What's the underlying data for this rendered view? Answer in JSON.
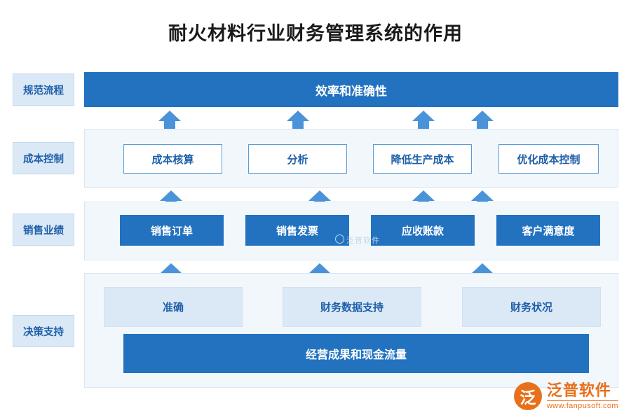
{
  "title": "耐火材料行业财务管理系统的作用",
  "row_labels": [
    {
      "label": "规范流程"
    },
    {
      "label": "成本控制"
    },
    {
      "label": "销售业绩"
    },
    {
      "label": "决策支持"
    }
  ],
  "banner": {
    "label": "效率和准确性"
  },
  "cost_control": {
    "items": [
      {
        "label": "成本核算"
      },
      {
        "label": "分析"
      },
      {
        "label": "降低生产成本"
      },
      {
        "label": "优化成本控制"
      }
    ]
  },
  "sales_performance": {
    "items": [
      {
        "label": "销售订单"
      },
      {
        "label": "销售发票"
      },
      {
        "label": "应收账款"
      },
      {
        "label": "客户满意度"
      }
    ]
  },
  "decision_support": {
    "items": [
      {
        "label": "准确"
      },
      {
        "label": "财务数据支持"
      },
      {
        "label": "财务状况"
      }
    ],
    "summary": {
      "label": "经营成果和现金流量"
    }
  },
  "watermark": {
    "text": "泛普软件"
  },
  "logo": {
    "mark": "泛",
    "name": "泛普软件",
    "url": "www.fanpusoft.com"
  },
  "colors": {
    "accent_blue": "#2272c0",
    "light_blue": "#dbe9f7",
    "panel_bg": "#f2f7fc",
    "arrow_blue": "#4a93d9",
    "orange": "#e8701a"
  }
}
